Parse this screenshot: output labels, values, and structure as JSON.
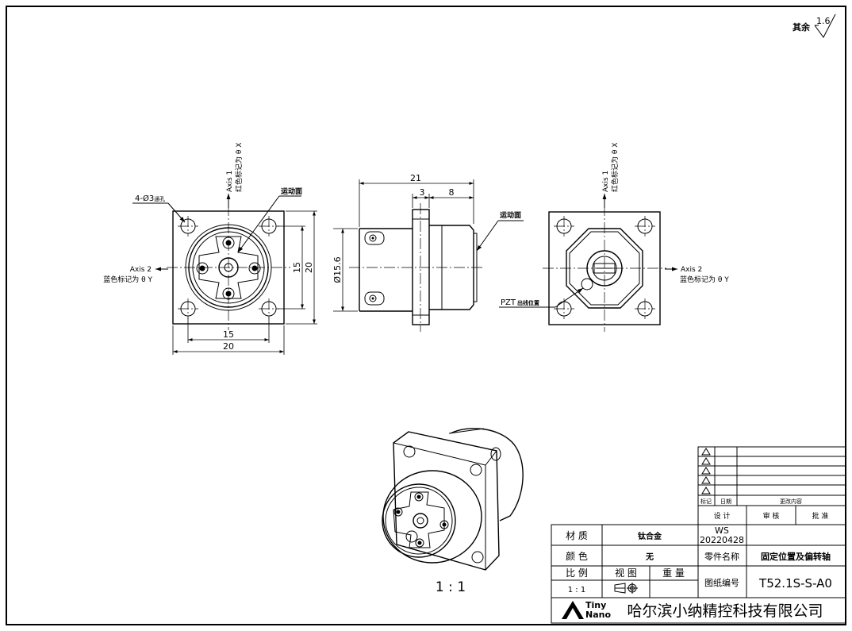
{
  "surface_roughness": {
    "prefix": "其余",
    "value": "1.6"
  },
  "front_view": {
    "hole_note": "4-Ø3",
    "hole_note_suffix": "通孔",
    "axis1_label": "Axis 1",
    "axis1_note": "红色标记为 θ X",
    "axis2_label": "Axis 2",
    "axis2_note": "蓝色标记为 θ Y",
    "moving_face": "运动面",
    "dim_inner_h": "15",
    "dim_outer_h": "20",
    "dim_inner_v": "15",
    "dim_outer_v": "20"
  },
  "side_view": {
    "dim_total": "21",
    "dim_flange": "3",
    "dim_right": "8",
    "dim_diameter": "Ø15.6",
    "moving_face": "运动面"
  },
  "rear_view": {
    "axis1_label": "Axis 1",
    "axis1_note": "红色标记为 θ X",
    "axis2_label": "Axis 2",
    "axis2_note": "蓝色标记为 θ Y",
    "pzt_label": "PZT",
    "pzt_note": "出线位置"
  },
  "iso_scale": "1 : 1",
  "title_block": {
    "rev_header_mark": "标记",
    "rev_header_date": "日期",
    "rev_header_content": "更改内容",
    "design_label": "设 计",
    "review_label": "审 核",
    "approve_label": "批 准",
    "designer": "WS",
    "design_date": "20220428",
    "material_label": "材 质",
    "material_value": "钛合金",
    "color_label": "颜 色",
    "color_value": "无",
    "part_name_label": "零件名称",
    "part_name_value": "固定位置及偏转轴",
    "scale_label": "比 例",
    "view_label": "视 图",
    "weight_label": "重 量",
    "scale_value": "1 : 1",
    "drawing_no_label": "图纸编号",
    "drawing_no_value": "T52.1S-S-A0",
    "logo_line1": "Tiny",
    "logo_line2": "Nano",
    "company": "哈尔滨小纳精控科技有限公司"
  }
}
